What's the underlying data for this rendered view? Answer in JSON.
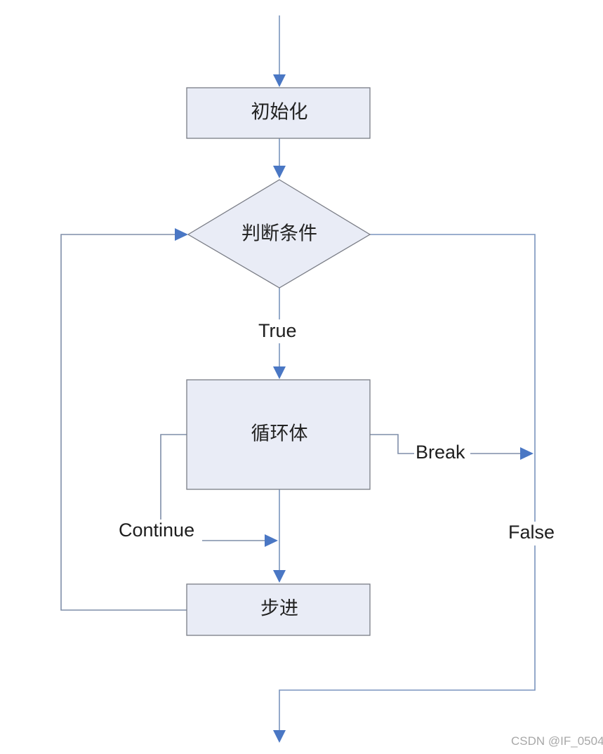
{
  "nodes": {
    "init": "初始化",
    "condition": "判断条件",
    "loop_body": "循环体",
    "step": "步进"
  },
  "edge_labels": {
    "true": "True",
    "false": "False",
    "break": "Break",
    "continue": "Continue"
  },
  "watermark": "CSDN @IF_0504",
  "colors": {
    "node_fill": "#e9ecf6",
    "node_border": "#7a7d86",
    "connector": "#7a94bd",
    "arrowhead": "#4a77c4"
  }
}
